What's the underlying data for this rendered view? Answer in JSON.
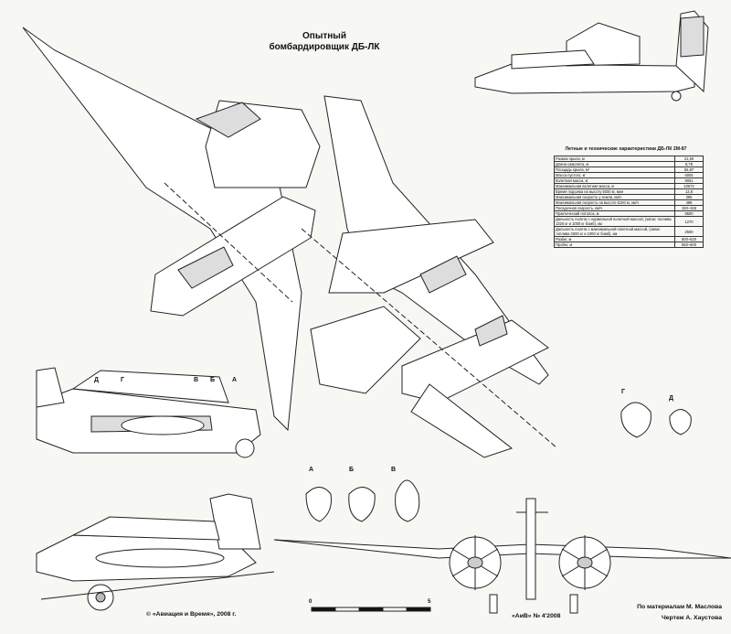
{
  "title": {
    "line1": "Опытный",
    "line2": "бомбардировщик ДБ-ЛК"
  },
  "specs": {
    "heading": "Летные и технические характеристики ДБ-ЛК 2М-87",
    "rows": [
      {
        "label": "Размах крыла, м",
        "value": "21,60"
      },
      {
        "label": "Длина самолета, м",
        "value": "9,78"
      },
      {
        "label": "Площадь крыла, м²",
        "value": "56,87"
      },
      {
        "label": "Масса пустого, кг",
        "value": "6004"
      },
      {
        "label": "Взлетная масса, кг",
        "value": "9061"
      },
      {
        "label": "Максимальная взлетная масса, кг",
        "value": "10672"
      },
      {
        "label": "Время подъема на высоту 5000 м, мин",
        "value": "13,8"
      },
      {
        "label": "Максимальная скорость у земли, км/ч",
        "value": "395"
      },
      {
        "label": "Максимальная скорость на высоте 5100 м, км/ч",
        "value": "488"
      },
      {
        "label": "Посадочная скорость, км/ч",
        "value": "150–155"
      },
      {
        "label": "Практический потолок, м",
        "value": "8500"
      },
      {
        "label": "Дальность полета с нормальной полетной массой, (запас топлива 1320 кг и 1000 кг бомб), км",
        "value": "1270"
      },
      {
        "label": "Дальность полета с максимальной полетной массой, (запас топлива 2500 кг и 1000 кг бомб), км",
        "value": "2500"
      },
      {
        "label": "Разбег, м",
        "value": "600–620"
      },
      {
        "label": "Пробег, м",
        "value": "550–600"
      }
    ]
  },
  "section_markers": {
    "side_top": [
      "Д",
      "Г",
      "В",
      "Б",
      "А"
    ],
    "sections_row": [
      "А",
      "Б",
      "В"
    ],
    "sections_right": [
      "Г",
      "Д"
    ]
  },
  "scale": {
    "zero": "0",
    "five": "5"
  },
  "credits": {
    "publisher": "© «Авиация и Время», 2008 г.",
    "issue": "«АиВ» № 4'2008",
    "source": "По материалам М. Маслова",
    "drawing": "Чертеж А. Хаустова"
  }
}
